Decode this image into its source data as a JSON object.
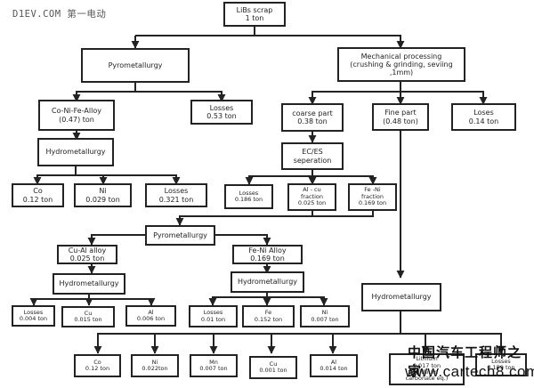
{
  "watermarks": {
    "top_left": "D1EV.COM 第一电动",
    "bottom_right_cn": "中国汽车工程师之家",
    "bottom_right_url": "www.cartech8.com"
  },
  "nodes": {
    "libs_scrap": {
      "title": "LiBs scrap",
      "amount": "1 ton"
    },
    "pyro_main": {
      "title": "Pyrometallurgy"
    },
    "mech": {
      "title": "Mechanical processing",
      "line2": "(crushing & grinding, seviing",
      "line3": ",1mm)"
    },
    "conife_alloy": {
      "title": "Co-Ni-Fe-Alloy",
      "amount": "(0.47) ton"
    },
    "pyro_losses": {
      "title": "Losses",
      "amount": "0.53  ton"
    },
    "hydro_1": {
      "title": "Hydrometallurgy"
    },
    "co_1": {
      "title": "Co",
      "amount": "0.12 ton"
    },
    "ni_1": {
      "title": "Ni",
      "amount": "0.029 ton"
    },
    "losses_1": {
      "title": "Losses",
      "amount": "0.321  ton"
    },
    "coarse": {
      "title": "coarse part",
      "amount": "0.38 ton"
    },
    "fine": {
      "title": "Fine part",
      "amount": "(0.48 ton)"
    },
    "mech_losses": {
      "title": "Loses",
      "amount": "0.14 ton"
    },
    "ec_es": {
      "title": "EC/ES",
      "line2": "seperation"
    },
    "sep_losses": {
      "title": "Losses",
      "amount": "0.186 ton"
    },
    "al_cu_fraction": {
      "title": "Al - cu",
      "line2": "fraction",
      "amount": "0.025 ton"
    },
    "fe_ni_fraction": {
      "title": "Fe -Ni",
      "line2": "fraction",
      "amount": "0.169 ton"
    },
    "pyro_2": {
      "title": "Pyrometallurgy"
    },
    "cu_al_alloy": {
      "title": "Cu-Al alloy",
      "amount": "0.025 ton"
    },
    "fe_ni_alloy": {
      "title": "Fe-Ni Alloy",
      "amount": "0.169 ton"
    },
    "hydro_2": {
      "title": "Hydrometallurgy"
    },
    "hydro_3": {
      "title": "Hydrometallurgy"
    },
    "hydro_4": {
      "title": "Hydrometallurgy"
    },
    "losses_2": {
      "title": "Losses",
      "amount": "0.004 ton"
    },
    "cu_2": {
      "title": "Cu",
      "amount": "0.015 ton"
    },
    "al_2": {
      "title": "Al",
      "amount": "0.006 ton"
    },
    "losses_3": {
      "title": "Losses",
      "amount": "0.01 ton"
    },
    "fe_3": {
      "title": "Fe",
      "amount": "0.152 ton"
    },
    "ni_3": {
      "title": "Ni",
      "amount": "0.007 ton"
    },
    "co_4": {
      "title": "Co",
      "amount": "0.12 ton"
    },
    "ni_4": {
      "title": "Ni",
      "amount": "0.022ton"
    },
    "mn_4": {
      "title": "Mn",
      "amount": "0.007 ton"
    },
    "cu_4": {
      "title": "Cu",
      "amount": "0.001 ton"
    },
    "al_4": {
      "title": "Al",
      "amount": "0.014 ton"
    },
    "li_4": {
      "title": "Lithium",
      "amount": "0.017  ton",
      "line3": "(lithium",
      "line4": "carbonate eq.)"
    },
    "losses_4": {
      "title": "Losses",
      "amount": "0.159 ton"
    }
  }
}
